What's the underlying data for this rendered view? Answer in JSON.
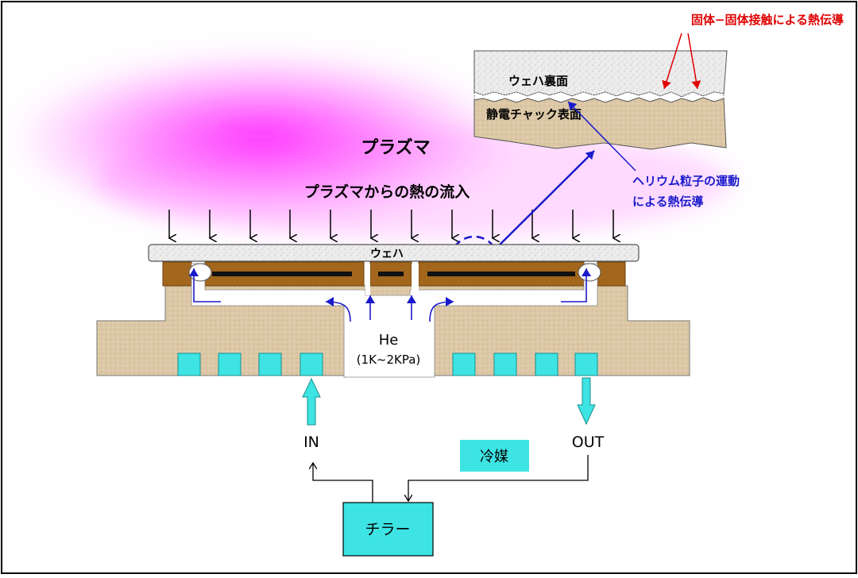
{
  "labels": {
    "plasma": "プラズマ",
    "heat_inflow": "プラズマからの熱の流入",
    "wafer": "ウェハ",
    "he": "He",
    "he_pressure": "(1K~2KPa)",
    "inlet": "IN",
    "outlet": "OUT",
    "coolant": "冷媒",
    "chiller": "チラー",
    "inset_wafer_back": "ウェハ裏面",
    "inset_chuck_surface": "静電チャック表面",
    "solid_contact_conduction": "固体−固体接触による熱伝導",
    "helium_conduction_line1": "ヘリウム粒子の運動",
    "helium_conduction_line2": "による熱伝導"
  },
  "colors": {
    "plasma": "#ff00ff",
    "chuck_body": "#d8c4a2",
    "chuck_dark": "#a2661c",
    "electrode": "#111111",
    "coolant": "#3ee3e3",
    "wafer": "#eeeeee",
    "gas_arrow": "#0000cc",
    "solid_annotation": "#e00000",
    "helium_annotation": "#1a1acc"
  }
}
